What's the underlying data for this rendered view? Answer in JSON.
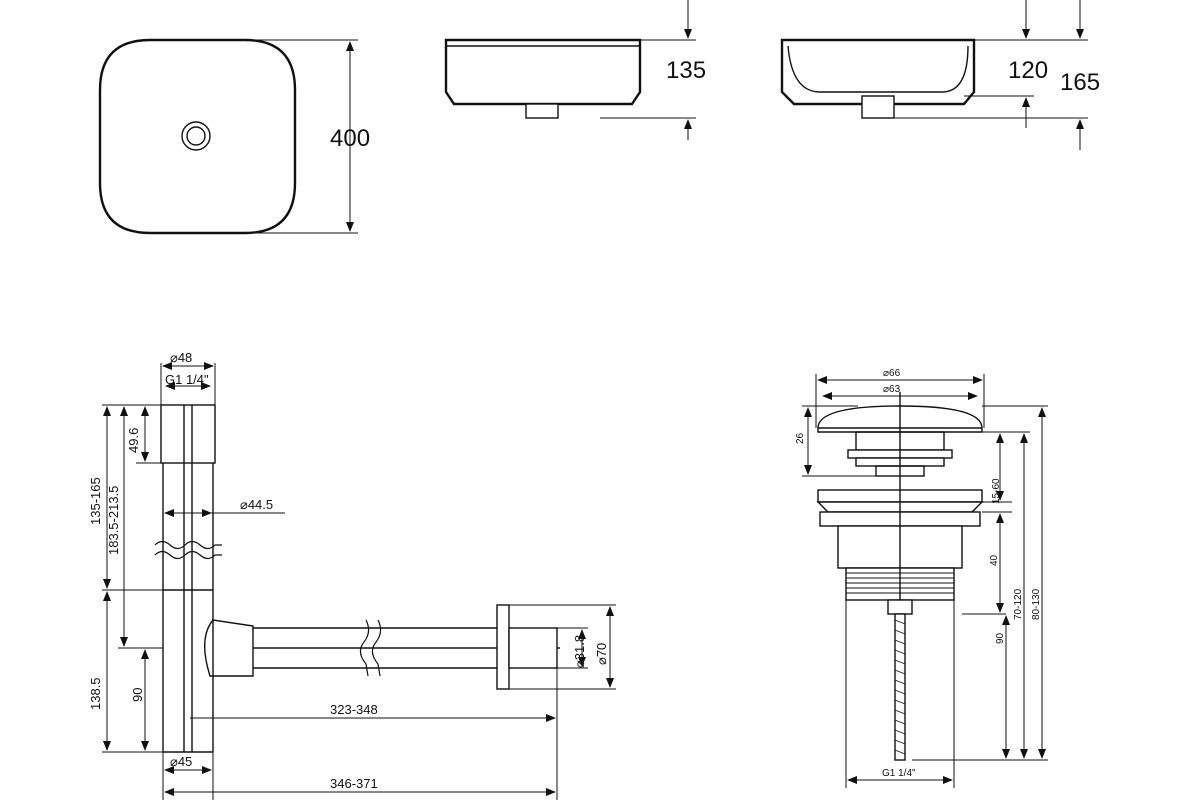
{
  "basin": {
    "width_label": "400",
    "front_height_label": "135",
    "section_inner_label": "120",
    "section_total_label": "165"
  },
  "siphon": {
    "top_diameter": "⌀48",
    "thread_label": "G1 1/4\"",
    "cap_height": "49.6",
    "range_outer": "135-165",
    "range_inner": "183.5-213.5",
    "pipe_diameter": "⌀44.5",
    "lower_total": "138.5",
    "lower_part": "90",
    "outlet_diameter": "⌀31.8",
    "flange_diameter": "⌀70",
    "inner_length": "323-348",
    "bottom_diameter": "⌀45",
    "total_length": "346-371"
  },
  "drain": {
    "cap_outer_diameter": "⌀66",
    "cap_inner_diameter": "⌀63",
    "cap_height": "26",
    "clamp_range": "15-60",
    "body_height": "40",
    "range_a": "70-120",
    "range_b": "80-130",
    "rod_length": "90",
    "thread_label": "G1 1/4\""
  }
}
